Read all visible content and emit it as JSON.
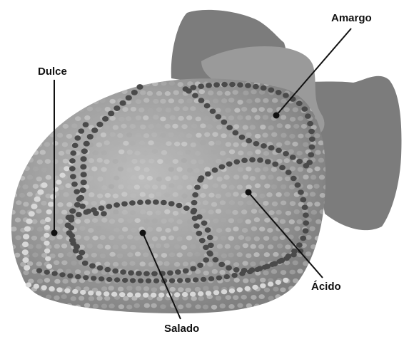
{
  "labels": {
    "dulce": "Dulce",
    "amargo": "Amargo",
    "acido": "Ácido",
    "salado": "Salado"
  },
  "colors": {
    "tongue_body": "#8d8d8d",
    "tongue_light": "#b7b7b7",
    "throat": "#7e7e7e",
    "dot_dark": "#4a4a4a",
    "dot_light": "#d8d8d8",
    "leader": "#111111"
  }
}
